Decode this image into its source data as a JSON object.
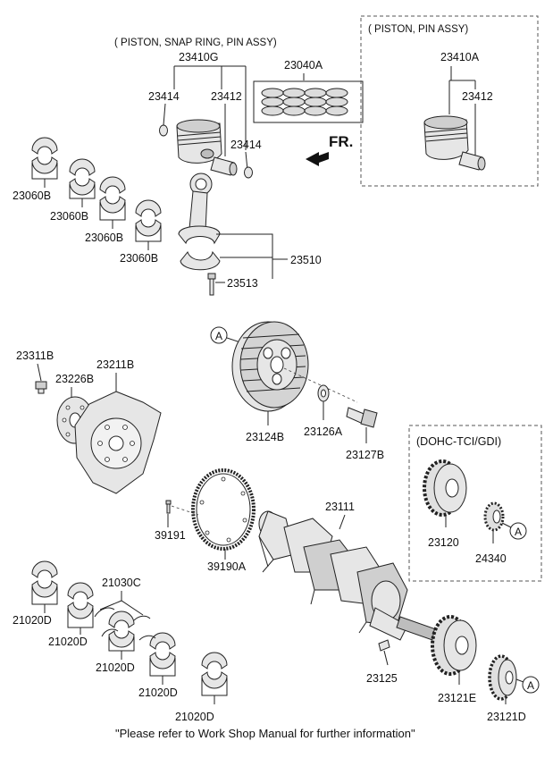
{
  "captions": {
    "piston_snap_ring_pin_assy": "( PISTON, SNAP RING, PIN ASSY)",
    "piston_pin_assy": "( PISTON, PIN ASSY)",
    "dohc_variant": "(DOHC-TCI/GDI)",
    "front_arrow": "FR."
  },
  "labels": {
    "p23410G": "23410G",
    "p23040A": "23040A",
    "p23410A": "23410A",
    "p23414_left": "23414",
    "p23412_mid": "23412",
    "p23414_right": "23414",
    "p23412_box": "23412",
    "p23060B_1": "23060B",
    "p23060B_2": "23060B",
    "p23060B_3": "23060B",
    "p23060B_4": "23060B",
    "p23510": "23510",
    "p23513": "23513",
    "p23311B": "23311B",
    "p23226B": "23226B",
    "p23211B": "23211B",
    "p23124B": "23124B",
    "p23126A": "23126A",
    "p23127B": "23127B",
    "p39191": "39191",
    "p39190A": "39190A",
    "p23111": "23111",
    "p23120": "23120",
    "p24340": "24340",
    "p21030C": "21030C",
    "p21020D_1": "21020D",
    "p21020D_2": "21020D",
    "p21020D_3": "21020D",
    "p21020D_4": "21020D",
    "p21020D_5": "21020D",
    "p23125": "23125",
    "p23121E": "23121E",
    "p23121D": "23121D"
  },
  "markers": {
    "ref_a_pulley": "A",
    "ref_a_sprocket": "A",
    "ref_a_gear": "A"
  },
  "footer_note": "\"Please refer to Work Shop Manual for further information\""
}
